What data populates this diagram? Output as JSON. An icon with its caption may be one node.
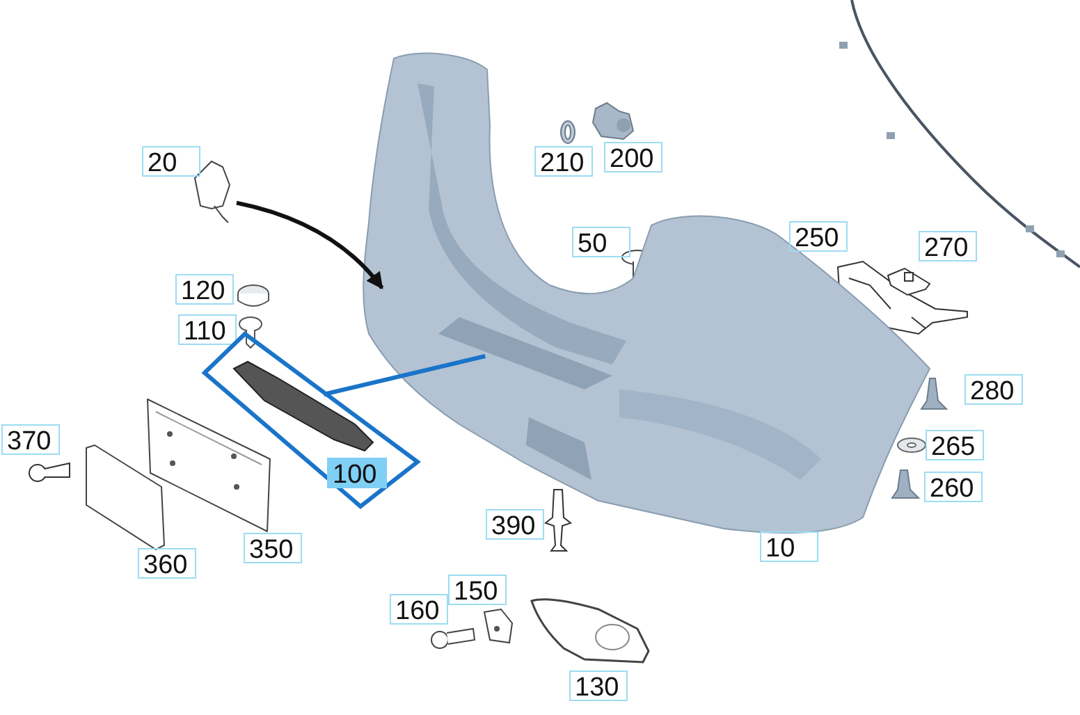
{
  "diagram": {
    "nodes": [
      {
        "text": [
          "20"
        ]
      },
      {
        "text": [
          "210"
        ]
      },
      {
        "text": [
          "200"
        ]
      },
      {
        "text": [
          "50"
        ]
      },
      {
        "text": [
          "250"
        ]
      },
      {
        "text": [
          "270"
        ]
      },
      {
        "text": [
          "120"
        ]
      },
      {
        "text": [
          "110"
        ]
      },
      {
        "text": [
          "100"
        ],
        "in": 22
      },
      {
        "text": [
          "370"
        ]
      },
      {
        "text": [
          "280"
        ]
      },
      {
        "text": [
          "265"
        ]
      },
      {
        "text": [
          "260"
        ]
      },
      {
        "text": [
          "390"
        ]
      },
      {
        "text": [
          "10"
        ]
      },
      {
        "text": [
          "350"
        ]
      },
      {
        "text": [
          "360"
        ]
      },
      {
        "text": [
          "160"
        ]
      },
      {
        "text": [
          "150"
        ]
      },
      {
        "text": [
          "130"
        ]
      },
      {
        "text": [],
        "shape": "picture"
      },
      {
        "text": [],
        "shape": "picture"
      },
      {
        "text": [],
        "shape": "box"
      }
    ],
    "edges": [
      {
        "from": 21,
        "to": 20,
        "arrow": "to"
      },
      {
        "from": 22,
        "to": 20,
        "arrow": "none",
        "color": "#1a74c9"
      }
    ]
  }
}
